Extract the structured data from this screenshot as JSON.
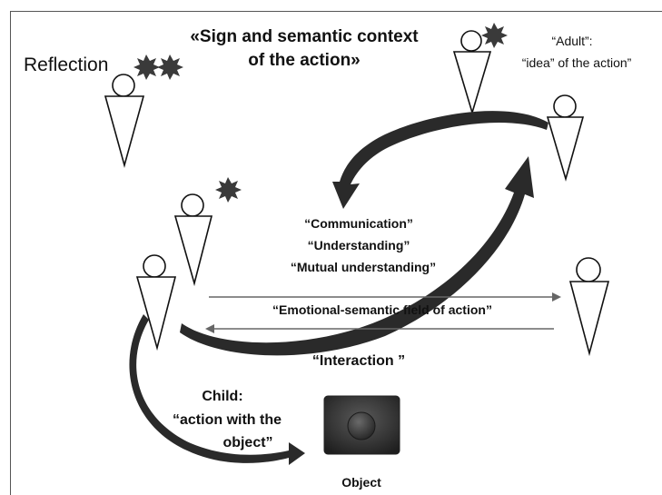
{
  "title": {
    "line1": "«Sign and semantic context",
    "line2": "of the action»"
  },
  "reflection_label": "Reflection",
  "adult_label": {
    "line1": "“Adult”:",
    "line2": "“idea” of the action”"
  },
  "communication_labels": [
    "“Communication”",
    "“Understanding”",
    "“Mutual understanding”"
  ],
  "field_label": "“Emotional-semantic  field of action”",
  "interaction_label": "“Interaction ”",
  "child_label": {
    "line1": "Child:",
    "line2": "“action with the",
    "line3": "object”"
  },
  "object_label": "Object",
  "icons": [
    "person-figure",
    "burst-star",
    "curved-arrow",
    "straight-arrow",
    "object-box"
  ],
  "colors": {
    "arrow": "#2a2a2a",
    "burst": "#3a3a3a",
    "object_box": "#3c3c3c"
  }
}
